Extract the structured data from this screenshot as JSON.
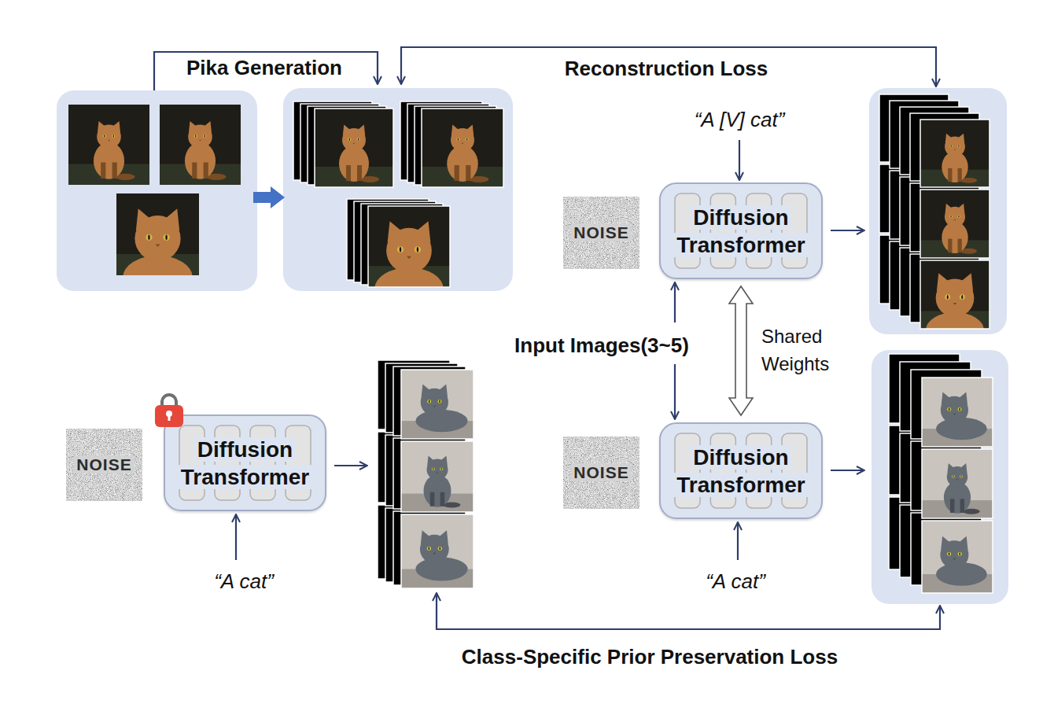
{
  "diagram": {
    "nodes": [
      {
        "text": [
          "NOISE"
        ]
      },
      {
        "text": [
          "Diffusion Transformer"
        ]
      },
      {
        "text": [
          "NOISE"
        ]
      },
      {
        "text": [
          "Diffusion Transformer"
        ]
      },
      {
        "text": [
          "NOISE"
        ]
      },
      {
        "text": [
          "Diffusion Transformer"
        ]
      }
    ],
    "edges": [
      {
        "from": 1,
        "to": 5,
        "arrow": "both",
        "label": "Shared Weights"
      }
    ],
    "labels": [
      "Pika Generation",
      "Reconstruction Loss",
      "“A [V] cat”",
      "Input Images(3~5)",
      "“A cat”",
      "“A cat”",
      "Class-Specific Prior Preservation Loss"
    ]
  }
}
